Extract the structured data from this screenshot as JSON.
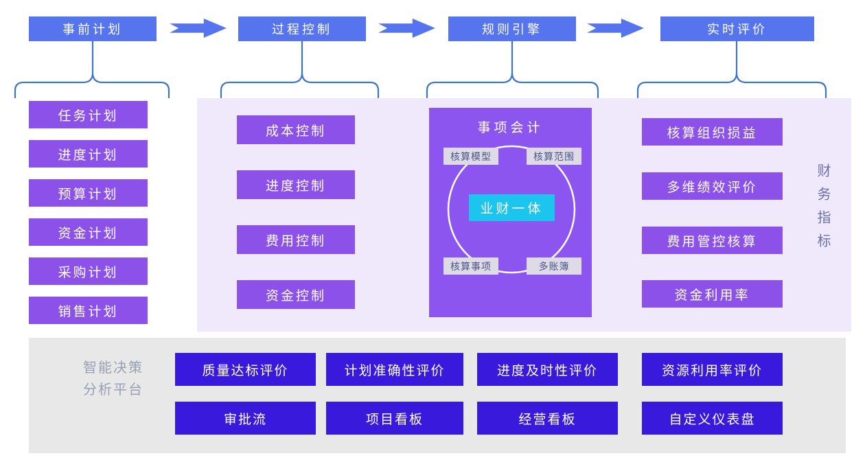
{
  "colors": {
    "stage_blue": "#5674EE",
    "brace_blue": "#3D74C6",
    "item_purple": "#8B51E9",
    "panel_lavender": "#EFE9FB",
    "event_panel_purple": "#8C55F0",
    "center_cyan": "#1BC5EE",
    "corner_label_bg": "#DEDAE6",
    "corner_label_text": "#4A5786",
    "bottom_box_indigo": "#3919DC",
    "bottom_panel_gray": "#E8E8E8",
    "finance_label_text": "#6C71AB",
    "platform_label_text": "#98A0B3"
  },
  "flow": {
    "stages": [
      {
        "label": "事前计划"
      },
      {
        "label": "过程控制"
      },
      {
        "label": "规则引擎"
      },
      {
        "label": "实时评价"
      }
    ]
  },
  "planning": {
    "items": [
      "任务计划",
      "进度计划",
      "预算计划",
      "资金计划",
      "采购计划",
      "销售计划"
    ]
  },
  "control": {
    "items": [
      "成本控制",
      "进度控制",
      "费用控制",
      "资金控制"
    ]
  },
  "rules": {
    "title": "事项会计",
    "center": "业财一体",
    "corners": [
      "核算模型",
      "核算范围",
      "核算事项",
      "多账簿"
    ]
  },
  "evaluation": {
    "items": [
      "核算组织损益",
      "多维绩效评价",
      "费用管控核算",
      "资金利用率"
    ]
  },
  "finance_label": "财务指标",
  "platform": {
    "label_line1": "智能决策",
    "label_line2": "分析平台",
    "row1": [
      "质量达标评价",
      "计划准确性评价",
      "进度及时性评价",
      "资源利用率评价"
    ],
    "row2": [
      "审批流",
      "项目看板",
      "经营看板",
      "自定义仪表盘"
    ]
  }
}
